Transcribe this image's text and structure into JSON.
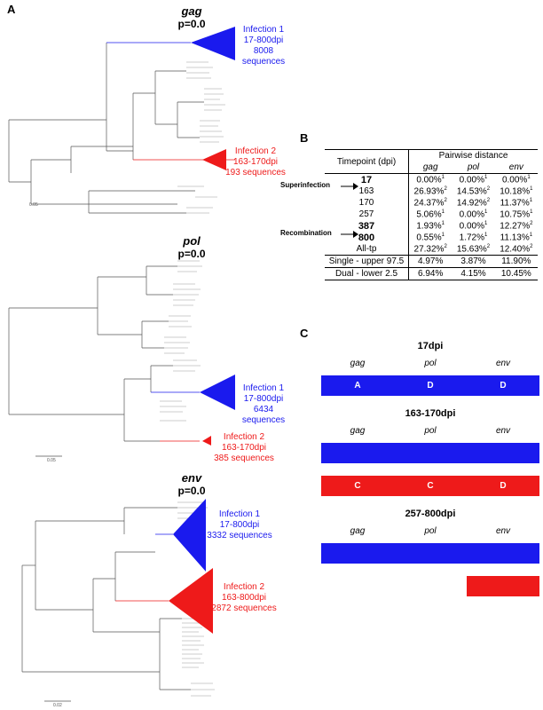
{
  "colors": {
    "infection1": "#1a1aee",
    "infection2": "#ee1a1a",
    "branch": "#555555"
  },
  "panel_a": {
    "letter": "A",
    "trees": [
      {
        "gene": "gag",
        "p": "p=0.0",
        "clade1": {
          "line1": "Infection 1",
          "line2": "17-800dpi",
          "line3": "8008 sequences"
        },
        "clade2": {
          "line1": "Infection 2",
          "line2": "163-170dpi",
          "line3": "193 sequences"
        },
        "scale": "0.05"
      },
      {
        "gene": "pol",
        "p": "p=0.0",
        "clade1": {
          "line1": "Infection 1",
          "line2": "17-800dpi",
          "line3": "6434 sequences"
        },
        "clade2": {
          "line1": "Infection 2",
          "line2": "163-170dpi",
          "line3": "385 sequences"
        },
        "scale": "0.05"
      },
      {
        "gene": "env",
        "p": "p=0.0",
        "clade1": {
          "line1": "Infection 1",
          "line2": "17-800dpi",
          "line3": "3332 sequences"
        },
        "clade2": {
          "line1": "Infection 2",
          "line2": "163-800dpi",
          "line3": "2872 sequences"
        },
        "scale": "0.02"
      }
    ]
  },
  "panel_b": {
    "letter": "B",
    "header_timepoint": "Timepoint (dpi)",
    "header_distance": "Pairwise distance",
    "genes": [
      "gag",
      "pol",
      "env"
    ],
    "annotation_superinfection": "Superinfection",
    "annotation_recombination": "Recombination",
    "rows": [
      {
        "tp": "17",
        "bold": true,
        "gag": "0.00%",
        "gag_sup": "1",
        "pol": "0.00%",
        "pol_sup": "1",
        "env": "0.00%",
        "env_sup": "1"
      },
      {
        "tp": "163",
        "bold": false,
        "gag": "26.93%",
        "gag_sup": "2",
        "pol": "14.53%",
        "pol_sup": "2",
        "env": "10.18%",
        "env_sup": "1"
      },
      {
        "tp": "170",
        "bold": false,
        "gag": "24.37%",
        "gag_sup": "2",
        "pol": "14.92%",
        "pol_sup": "2",
        "env": "11.37%",
        "env_sup": "1"
      },
      {
        "tp": "257",
        "bold": false,
        "gag": "5.06%",
        "gag_sup": "1",
        "pol": "0.00%",
        "pol_sup": "1",
        "env": "10.75%",
        "env_sup": "1"
      },
      {
        "tp": "387",
        "bold": true,
        "gag": "1.93%",
        "gag_sup": "1",
        "pol": "0.00%",
        "pol_sup": "1",
        "env": "12.27%",
        "env_sup": "2"
      },
      {
        "tp": "800",
        "bold": true,
        "gag": "0.55%",
        "gag_sup": "1",
        "pol": "1.72%",
        "pol_sup": "1",
        "env": "11.13%",
        "env_sup": "1"
      },
      {
        "tp": "All-tp",
        "bold": false,
        "gag": "27.32%",
        "gag_sup": "2",
        "pol": "15.63%",
        "pol_sup": "2",
        "env": "12.40%",
        "env_sup": "2"
      }
    ],
    "threshold_rows": [
      {
        "label": "Single - upper 97.5",
        "gag": "4.97%",
        "pol": "3.87%",
        "env": "11.90%"
      },
      {
        "label": "Dual - lower 2.5",
        "gag": "6.94%",
        "pol": "4.15%",
        "env": "10.45%"
      }
    ]
  },
  "panel_c": {
    "letter": "C",
    "genes": [
      "gag",
      "pol",
      "env"
    ],
    "groups": [
      {
        "title": "17dpi",
        "rows": [
          [
            {
              "color": "blue",
              "label": "A"
            },
            {
              "color": "blue",
              "label": "D"
            },
            {
              "color": "blue",
              "label": "D"
            }
          ]
        ]
      },
      {
        "title": "163-170dpi",
        "rows": [
          [
            {
              "color": "blue",
              "label": ""
            },
            {
              "color": "blue",
              "label": ""
            },
            {
              "color": "blue",
              "label": ""
            }
          ],
          [
            {
              "color": "red",
              "label": "C"
            },
            {
              "color": "red",
              "label": "C"
            },
            {
              "color": "red",
              "label": "D"
            }
          ]
        ]
      },
      {
        "title": "257-800dpi",
        "rows": [
          [
            {
              "color": "blue",
              "label": ""
            },
            {
              "color": "blue",
              "label": ""
            },
            {
              "color": "blue",
              "label": ""
            }
          ],
          [
            null,
            null,
            {
              "color": "red",
              "label": ""
            }
          ]
        ]
      }
    ]
  }
}
